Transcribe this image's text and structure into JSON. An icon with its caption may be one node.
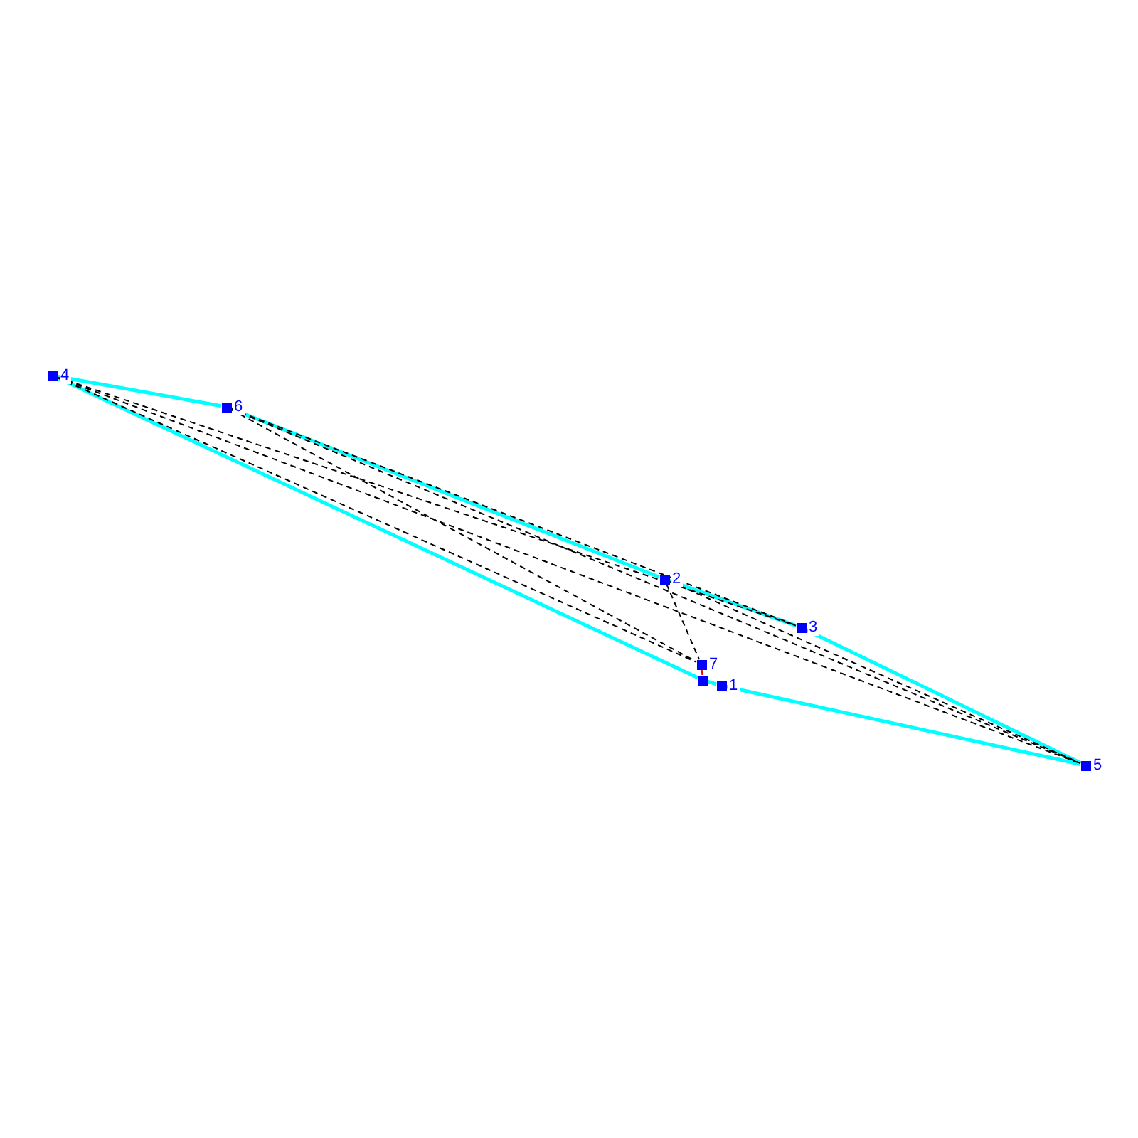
{
  "diagram": {
    "nodes": [
      {
        "text": [
          "1"
        ]
      },
      {
        "text": [
          "2"
        ]
      },
      {
        "text": [
          "3"
        ]
      },
      {
        "text": [
          "4"
        ]
      },
      {
        "text": [
          "5"
        ]
      },
      {
        "text": [
          "6"
        ]
      },
      {
        "text": [
          "7"
        ]
      },
      {
        "text": [],
        "shape": "box"
      }
    ],
    "edges": [
      {
        "from": 3,
        "to": 5,
        "arrow": "none",
        "style": "thick",
        "color": "#00ffff"
      },
      {
        "from": 5,
        "to": 1,
        "arrow": "none",
        "style": "thick",
        "color": "#00ffff"
      },
      {
        "from": 1,
        "to": 2,
        "arrow": "none",
        "style": "thick",
        "color": "#00ffff"
      },
      {
        "from": 2,
        "to": 4,
        "arrow": "none",
        "style": "thick",
        "color": "#00ffff"
      },
      {
        "from": 4,
        "to": 0,
        "arrow": "none",
        "style": "thick",
        "color": "#00ffff"
      },
      {
        "from": 0,
        "to": 7,
        "arrow": "none",
        "style": "thick",
        "color": "#00ffff"
      },
      {
        "from": 7,
        "to": 3,
        "arrow": "none",
        "style": "thick",
        "color": "#00ffff"
      },
      {
        "from": 3,
        "to": 2,
        "arrow": "none",
        "style": "dashed"
      },
      {
        "from": 3,
        "to": 4,
        "arrow": "none",
        "style": "dashed"
      },
      {
        "from": 3,
        "to": 6,
        "arrow": "none",
        "style": "dashed"
      },
      {
        "from": 5,
        "to": 6,
        "arrow": "none",
        "style": "dashed"
      },
      {
        "from": 5,
        "to": 2,
        "arrow": "none",
        "style": "dashed"
      },
      {
        "from": 5,
        "to": 4,
        "arrow": "none",
        "style": "dashed"
      },
      {
        "from": 1,
        "to": 6,
        "arrow": "none",
        "style": "dashed"
      },
      {
        "from": 1,
        "to": 4,
        "arrow": "none",
        "style": "dashed"
      },
      {
        "from": 6,
        "to": 7,
        "arrow": "none",
        "color": "#ff0000"
      }
    ]
  }
}
